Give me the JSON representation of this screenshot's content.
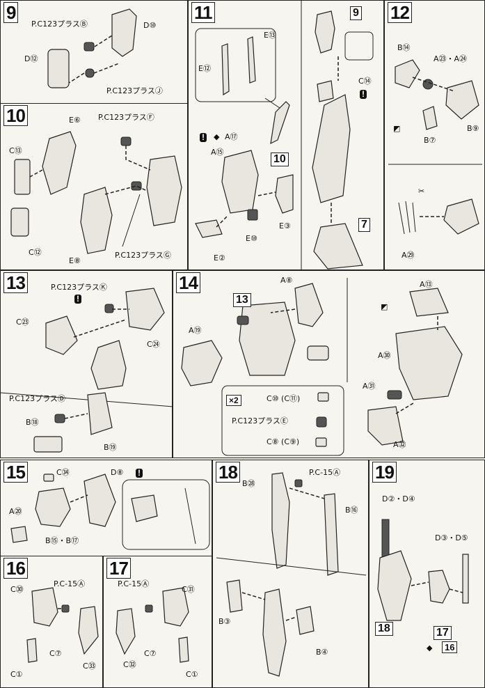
{
  "steps": {
    "s9": {
      "number": "9",
      "labels": [
        "P.C123プラスⒷ",
        "D⑩",
        "D⑫",
        "P.C123プラスⒿ"
      ]
    },
    "s10": {
      "number": "10",
      "labels": [
        "E⑥",
        "P.C123プラスⒻ",
        "C⑬",
        "C⑫",
        "E⑧",
        "P.C123プラスⒼ"
      ]
    },
    "s11": {
      "number": "11",
      "labels": [
        "E⑬",
        "E⑫",
        "A⑮",
        "E③",
        "E⑩",
        "E②",
        "C⑭"
      ],
      "ref_note": "A⑰",
      "refs": [
        "10",
        "9",
        "7"
      ]
    },
    "s12": {
      "number": "12",
      "labels": [
        "B⑭",
        "A㉓・A㉔",
        "B⑦",
        "B⑨",
        "A㉙"
      ]
    },
    "s13": {
      "number": "13",
      "labels": [
        "P.C123プラスⓀ",
        "C㉓",
        "C㉔",
        "P.C123プラスⒹ",
        "B⑱",
        "B⑲"
      ]
    },
    "s14": {
      "number": "14",
      "labels": [
        "A⑧",
        "A⑲",
        "A⑬",
        "A㉚",
        "A㉛",
        "A㉜",
        "C⑩ (C⑪)",
        "P.C123プラスⒺ",
        "C⑧ (C⑨)"
      ],
      "refs": [
        "13"
      ],
      "multiplier": "×2"
    },
    "s15": {
      "number": "15",
      "labels": [
        "C㉞",
        "D⑧",
        "A⑳",
        "B⑮・B⑰"
      ]
    },
    "s16": {
      "number": "16",
      "labels": [
        "C㉚",
        "P.C-15Ⓐ",
        "C⑦",
        "C①",
        "C㉝"
      ]
    },
    "s17": {
      "number": "17",
      "labels": [
        "P.C-15Ⓐ",
        "C㉛",
        "C㉜",
        "C⑦",
        "C①"
      ]
    },
    "s18": {
      "number": "18",
      "labels": [
        "B㉘",
        "P.C-15Ⓐ",
        "B⑯",
        "B③",
        "B④"
      ]
    },
    "s19": {
      "number": "19",
      "labels": [
        "D②・D④",
        "D③・D⑤"
      ],
      "refs": [
        "18",
        "17"
      ],
      "ref_note": "16"
    }
  },
  "icons": [
    "exclamation-icon",
    "rotate-icon",
    "cut-icon",
    "sticker-icon"
  ]
}
